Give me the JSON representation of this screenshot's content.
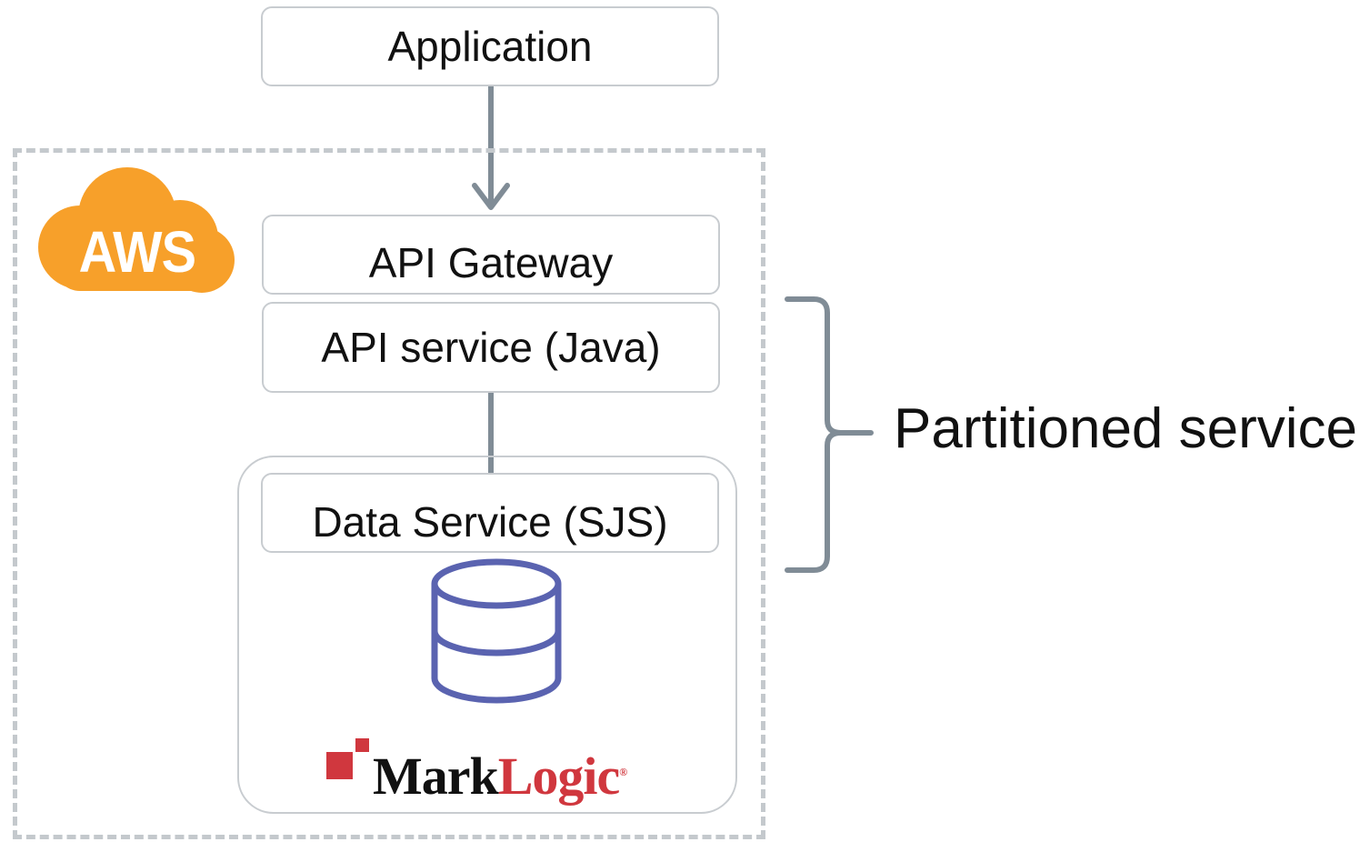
{
  "nodes": {
    "application": "Application",
    "api_gateway": "API Gateway",
    "api_service": "API service (Java)",
    "data_service": "Data Service (SJS)"
  },
  "aws_logo": {
    "text": "AWS",
    "color": "#f7a02a"
  },
  "bracket_label": "Partitioned service",
  "marklogic": {
    "part1": "Mark",
    "part2": "Logic",
    "mark": "®",
    "red": "#d0373e",
    "black": "#111111"
  },
  "colors": {
    "connector": "#808c96",
    "database": "#5a63b0",
    "border": "#c8ccd0"
  }
}
